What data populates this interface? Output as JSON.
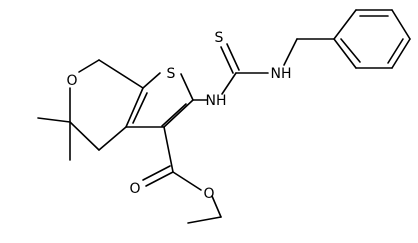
{
  "molecule": {
    "atom_labels": {
      "sulfur_ring": "S",
      "sulfur_thiocarbonyl": "S",
      "nh_left": "NH",
      "nh_right": "NH",
      "oxygen_ring": "O",
      "oxygen_carbonyl": "O",
      "oxygen_ester": "O"
    },
    "colors": {
      "bond": "#000000",
      "label": "#000000",
      "background": "#ffffff"
    }
  }
}
